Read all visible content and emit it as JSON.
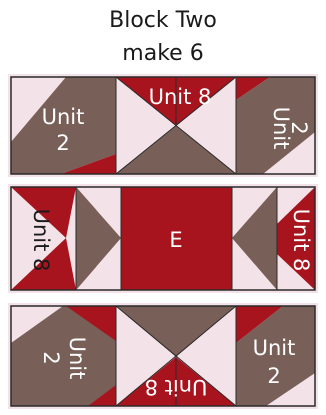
{
  "title": {
    "line1": "Block Two",
    "line2": "make 6"
  },
  "colors": {
    "red": "#a8141e",
    "brown": "#786059",
    "pink": "#f3e3e8",
    "outline": "#2a2a2a",
    "label": "#ffffff"
  },
  "rows": [
    {
      "labels": {
        "left_unit": [
          "Unit",
          "2"
        ],
        "center_unit": "Unit 8",
        "right_unit": [
          "Unit",
          "2"
        ]
      }
    },
    {
      "labels": {
        "left_unit": "Unit 8",
        "center": "E",
        "right_unit": "Unit 8"
      }
    },
    {
      "labels": {
        "left_unit": [
          "Unit",
          "2"
        ],
        "center_unit": "Unit 8",
        "right_unit": [
          "Unit",
          "2"
        ]
      }
    }
  ]
}
